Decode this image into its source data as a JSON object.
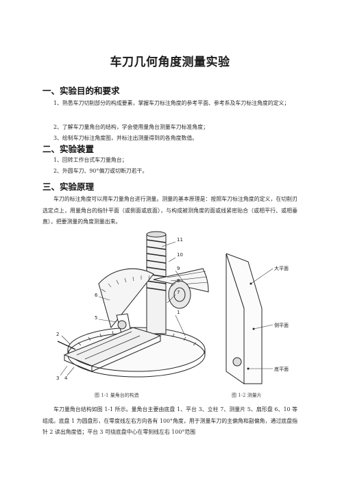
{
  "title": "车刀几何角度测量实验",
  "sections": [
    {
      "heading": "一、实验目的和要求",
      "paragraph": "1、熟悉车刀切削部分的构成要素，掌握车刀标注角度的参考平面、参考系及车刀标注角度的定义；",
      "items": [
        "2、了解车刀量角台的结构，学会使用量角台测量车刀标准角度；",
        "3、绘制车刀标注角度图，并标注出测量得到的各角度数值。"
      ]
    },
    {
      "heading": "二、实验装置",
      "items": [
        "1、回转工作台式车刀量角台；",
        "2、外圆车刀、90°偏刀或切断刀若干。"
      ]
    },
    {
      "heading": "三、实验原理",
      "paragraph": "车刀的标注角度可以用车刀量角台进行测量。测量的基本原理是：按照车刀标注角度的定义，在切削刃选定点上，用量角台的指针平面（或侧面或底面），与构成被测角度的面或线紧密贴合（或相平行、或相垂直），把要测量的角度测量出来。"
    }
  ],
  "figure1": {
    "caption": "图 1-1  量角台的构造",
    "callouts": [
      "11",
      "10",
      "9",
      "8",
      "7",
      "1",
      "6",
      "5",
      "2",
      "3",
      "4"
    ]
  },
  "figure2": {
    "caption": "图 1-2  测量片",
    "labels": [
      "大平面",
      "侧平面",
      "底平面"
    ]
  },
  "bottom_paragraph": "车刀量角台结构如图 1-1 所示。量角台主要由底盘 1、平台 3、立柱 7、测量片 5、扇形盘 6、10 等组成。底盘 1 为圆盘形，在零度线左右方向各有 100°角度，用于测量车刀的主偏角和副偏角，通过底盘指针 2 读出角度值；平台 3 可绕底盘中心在零刻线左右 100°范围"
}
